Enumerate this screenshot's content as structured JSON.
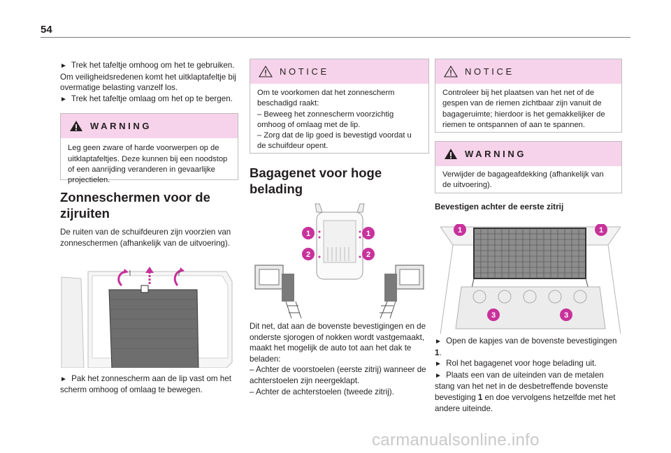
{
  "page": {
    "number": "54"
  },
  "col1": {
    "intro": [
      {
        "bullet": "►",
        "text": "Trek het tafeltje omhoog om het te gebruiken. Om veiligheidsredenen komt het uitklaptafeltje bij overmatige belasting vanzelf los."
      },
      {
        "bullet": "►",
        "text": "Trek het tafeltje omlaag om het op te bergen."
      }
    ],
    "warning": {
      "title": "WARNING",
      "text": "Leg geen zware of harde voorwerpen op de uitklaptafeltjes. Deze kunnen bij een noodstop of een aanrijding veranderen in gevaarlijke projectielen."
    },
    "section_title": "Zonneschermen voor de zijruiten",
    "section_text": "De ruiten van de schuifdeuren zijn voorzien van zonneschermen (afhankelijk van de uitvoering).",
    "after_image": {
      "bullet": "►",
      "text": "Pak het zonnescherm aan de lip vast om het scherm omhoog of omlaag te bewegen."
    }
  },
  "col2": {
    "notice": {
      "title": "NOTICE",
      "text": "Om te voorkomen dat het zonnescherm beschadigd raakt:\n– Beweeg het zonnescherm voorzichtig omhoog of omlaag met de lip.\n– Zorg dat de lip goed is bevestigd voordat u de schuifdeur opent."
    },
    "section_title": "Bagagenet voor hoge belading",
    "callouts": [
      "1",
      "1",
      "2",
      "2"
    ],
    "text": "Dit net, dat aan de bovenste bevestigingen en de onderste sjorogen of nokken wordt vastgemaakt, maakt het mogelijk de auto tot aan het dak te beladen:\n– Achter de voorstoelen (eerste zitrij) wanneer de achterstoelen zijn neergeklapt.\n– Achter de achterstoelen (tweede zitrij)."
  },
  "col3": {
    "notice": {
      "title": "NOTICE",
      "text": "Controleer bij het plaatsen van het net of de gespen van de riemen zichtbaar zijn vanuit de bagageruimte; hierdoor is het gemakkelijker de riemen te ontspannen of aan te spannen."
    },
    "warning": {
      "title": "WARNING",
      "text": "Verwijder de bagageafdekking (afhankelijk van de uitvoering)."
    },
    "subheading": "Bevestigen achter de eerste zitrij",
    "callouts": [
      "1",
      "1",
      "3",
      "3"
    ],
    "steps": [
      {
        "bullet": "►",
        "pre": "Open de kapjes van de bovenste bevestigingen ",
        "bold": "1",
        "post": "."
      },
      {
        "bullet": "►",
        "pre": "Rol het bagagenet voor hoge belading uit.",
        "bold": "",
        "post": ""
      },
      {
        "bullet": "►",
        "pre": "Plaats een van de uiteinden van de metalen stang van het net in de desbetreffende bovenste bevestiging ",
        "bold": "1",
        "post": " en doe vervolgens hetzelfde met het andere uiteinde."
      }
    ]
  },
  "watermark": "carmanualsonline.info",
  "colors": {
    "accent": "#f6d3ea",
    "callout": "#c8329b"
  }
}
